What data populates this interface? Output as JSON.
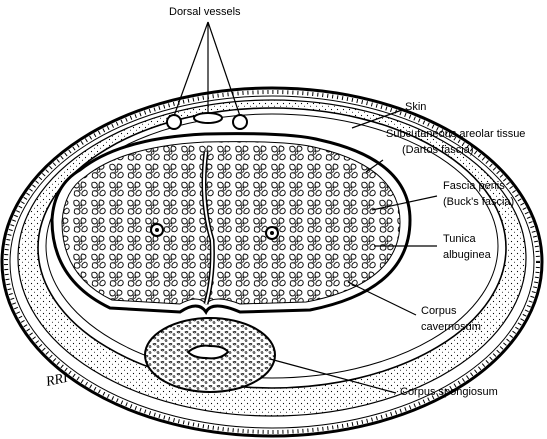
{
  "figure": {
    "labels": {
      "dorsal_vessels": "Dorsal vessels",
      "skin": "Skin",
      "subcutaneous_line1": "Subcutaneous areolar tissue",
      "subcutaneous_line2": "(Dartos fascia)",
      "fascia_line1": "Fascia penis",
      "fascia_line2": "(Buck's fascia)",
      "tunica_line1": "Tunica",
      "tunica_line2": "albuginea",
      "cavernosum_line1": "Corpus",
      "cavernosum_line2": "cavernosum",
      "spongiosum": "Corpus spongiosum"
    },
    "signature": "RRI"
  }
}
